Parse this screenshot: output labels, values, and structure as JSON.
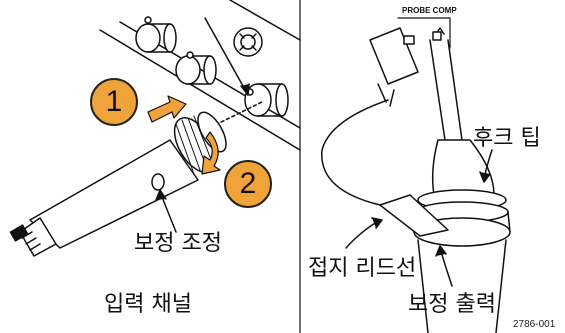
{
  "steps": {
    "one": "1",
    "two": "2"
  },
  "left_panel": {
    "compensation_adjust": "보정 조정",
    "input_channel": "입력 채널"
  },
  "right_panel": {
    "probe_comp_label": "PROBE COMP",
    "hook_tip": "후크 팁",
    "ground_lead": "접지 리드선",
    "compensation_output": "보정 출력"
  },
  "figure_number": "2786-001",
  "colors": {
    "step_badge": "#f0a33a",
    "line": "#111111"
  }
}
